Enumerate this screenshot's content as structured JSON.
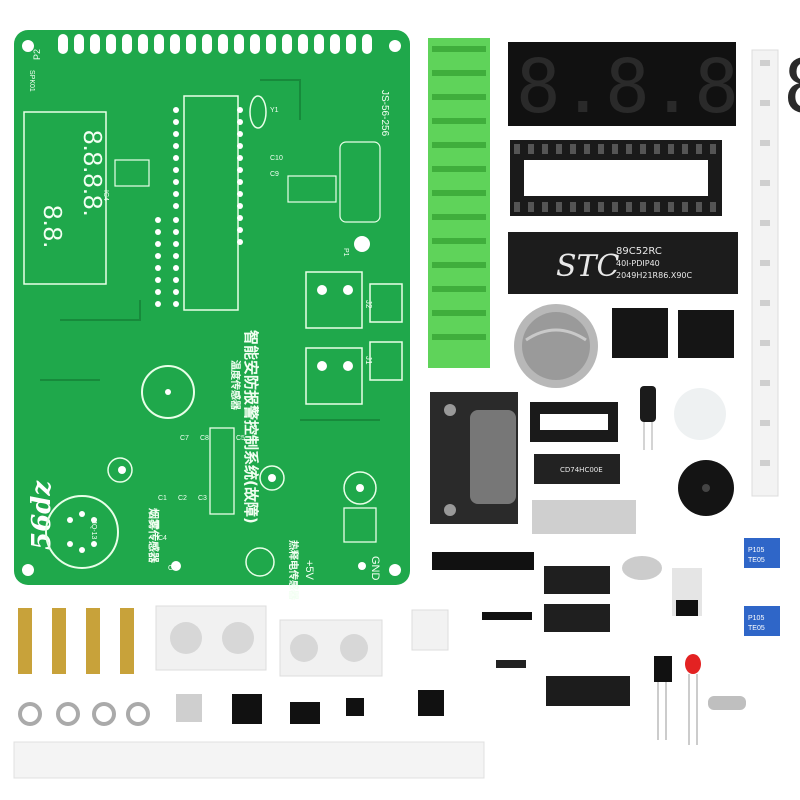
{
  "pcb": {
    "title_vertical": "智能安防报警控制系统(故障)",
    "brand_logo": "56dz",
    "sensor_label": "烟雾传感器",
    "thermal_label": "热释电传感器",
    "temp_label": "温度传感器",
    "board_code": "JS-56-256",
    "power_label": "+5V",
    "gnd_label": "GND",
    "mq_label": "MQ-13",
    "connector_p2": "P2",
    "connector_p1": "P1",
    "connector_j1": "J1",
    "connector_j2": "J2",
    "speaker_label": "SPK01",
    "ic_label": "IC4",
    "crystal_label": "Y1",
    "cap_labels": [
      "C1",
      "C2",
      "C3",
      "C4",
      "C5",
      "C6",
      "C7",
      "C8",
      "C9",
      "C10"
    ],
    "display_glyphs": "8.8.8.8."
  },
  "components": {
    "led_display_digits": "8.8.8.8.",
    "mcu_brand": "STC",
    "mcu_model": "89C52RC",
    "mcu_line2": "40I-PDIP40",
    "mcu_line3": "2049H21R86.X90C",
    "buffer_chip": "CD74HC00E",
    "potentiometer_top": "P105",
    "potentiometer_bottom": "TE05"
  },
  "colors": {
    "pcb_green": "#1fa84b",
    "pcb_dark_trace": "#178a3b",
    "terminal_green": "#5fd35a",
    "led_red": "#e32222",
    "blue_pot": "#2f66c8",
    "brass": "#c8a23a"
  }
}
